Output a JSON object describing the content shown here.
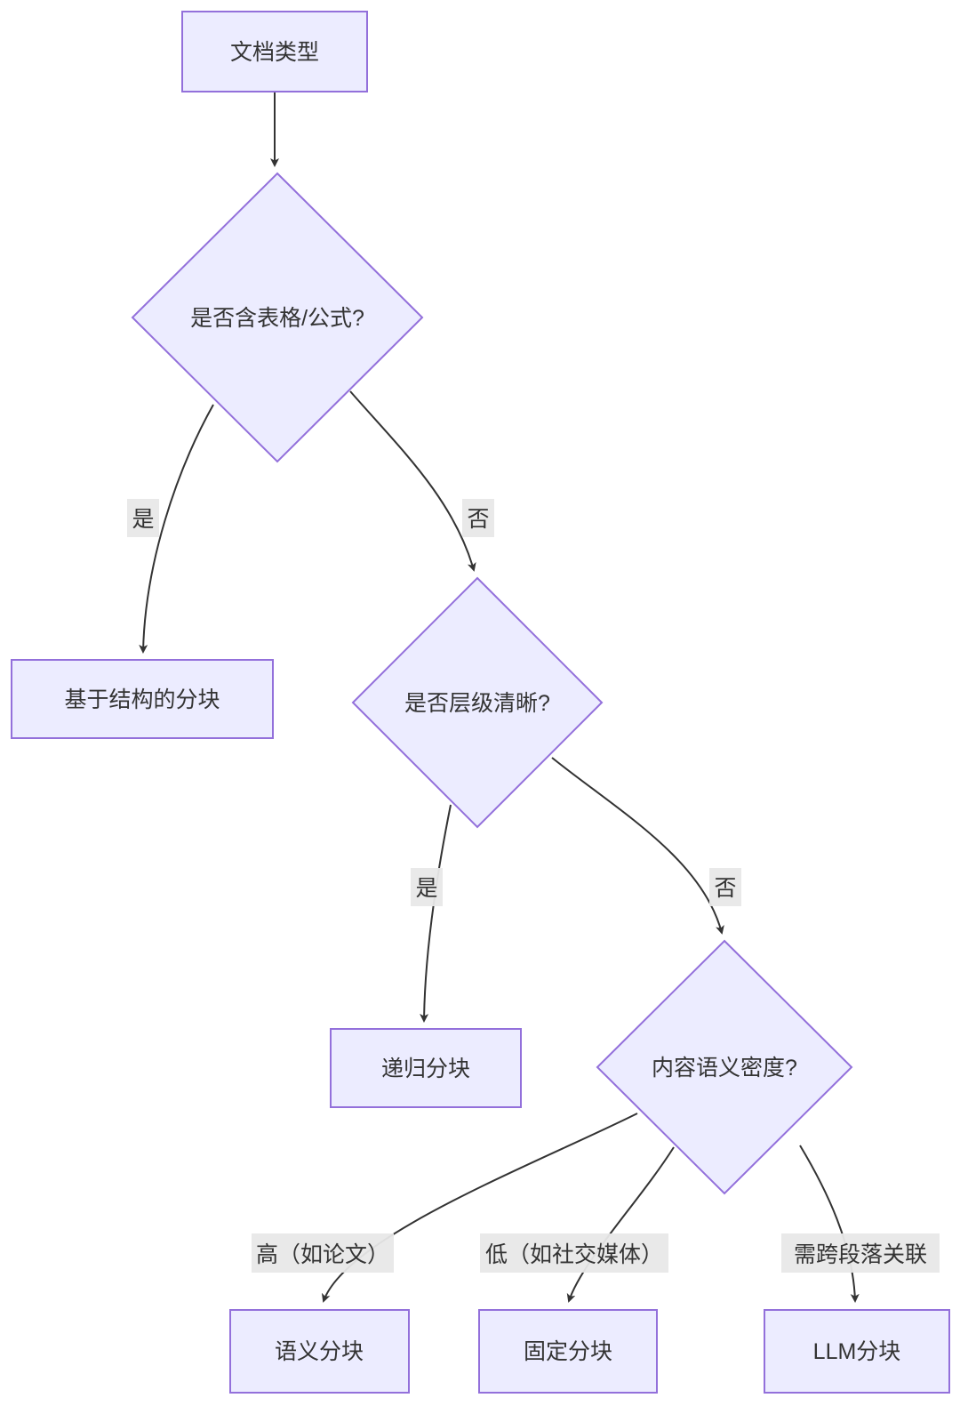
{
  "diagram": {
    "type": "flowchart",
    "direction": "top-down",
    "colors": {
      "node_fill": "#ececff",
      "node_border": "#9370db",
      "edge_color": "#333333",
      "edge_label_bg": "#e8e8e8",
      "text_color": "#333333",
      "background": "#ffffff"
    },
    "nodes": [
      {
        "id": "doc-type",
        "shape": "rect",
        "label": "文档类型"
      },
      {
        "id": "has-table-formula",
        "shape": "diamond",
        "label": "是否含表格/公式?"
      },
      {
        "id": "structure-chunking",
        "shape": "rect",
        "label": "基于结构的分块"
      },
      {
        "id": "clear-hierarchy",
        "shape": "diamond",
        "label": "是否层级清晰?"
      },
      {
        "id": "recursive-chunking",
        "shape": "rect",
        "label": "递归分块"
      },
      {
        "id": "semantic-density",
        "shape": "diamond",
        "label": "内容语义密度?"
      },
      {
        "id": "semantic-chunking",
        "shape": "rect",
        "label": "语义分块"
      },
      {
        "id": "fixed-chunking",
        "shape": "rect",
        "label": "固定分块"
      },
      {
        "id": "llm-chunking",
        "shape": "rect",
        "label": "LLM分块"
      }
    ],
    "edges": [
      {
        "from": "doc-type",
        "to": "has-table-formula",
        "label": ""
      },
      {
        "from": "has-table-formula",
        "to": "structure-chunking",
        "label": "是"
      },
      {
        "from": "has-table-formula",
        "to": "clear-hierarchy",
        "label": "否"
      },
      {
        "from": "clear-hierarchy",
        "to": "recursive-chunking",
        "label": "是"
      },
      {
        "from": "clear-hierarchy",
        "to": "semantic-density",
        "label": "否"
      },
      {
        "from": "semantic-density",
        "to": "semantic-chunking",
        "label": "高（如论文）"
      },
      {
        "from": "semantic-density",
        "to": "fixed-chunking",
        "label": "低（如社交媒体）"
      },
      {
        "from": "semantic-density",
        "to": "llm-chunking",
        "label": "需跨段落关联"
      }
    ]
  }
}
